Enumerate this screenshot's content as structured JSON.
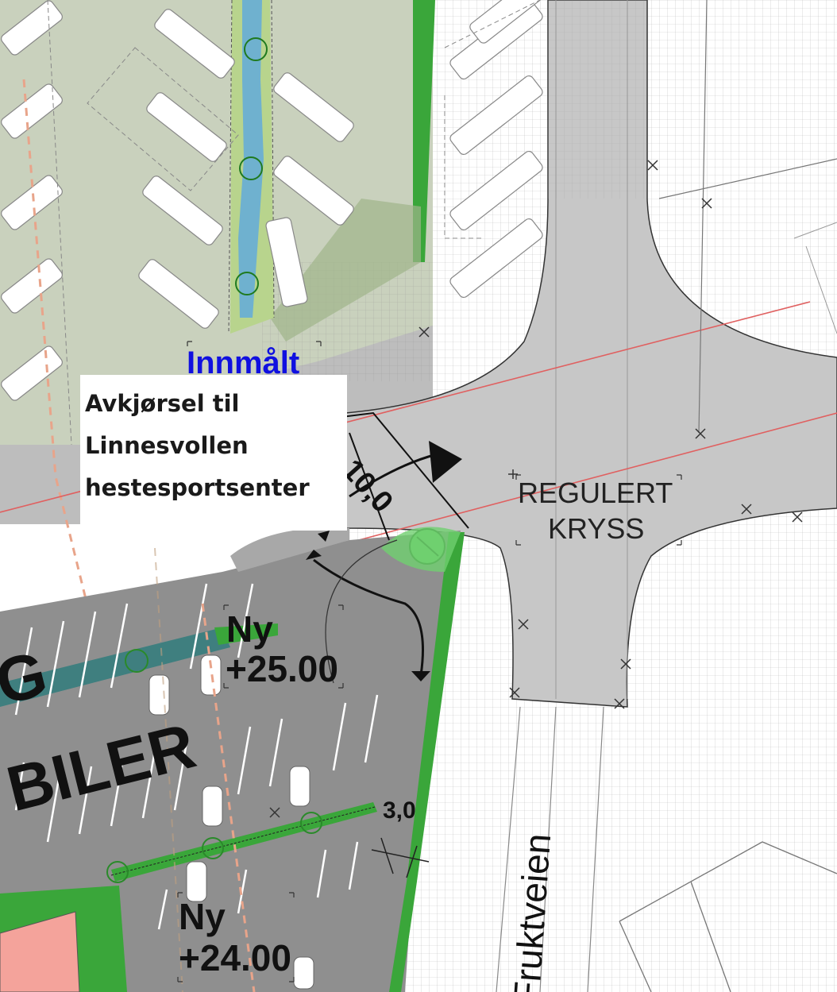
{
  "labels": {
    "innmalt": "Innmålt",
    "callout": [
      "Avkjørsel til",
      "Linnesvollen",
      "hestesportsenter"
    ],
    "dimension_10": "10,0",
    "regulert_line1": "REGULERT",
    "regulert_line2": "KRYSS",
    "ny_upper": "Ny",
    "elev_upper": "+25.00",
    "ny_lower": "Ny",
    "elev_lower": "+24.00",
    "dimension_3": "3,0",
    "area_fragment_1": "G",
    "area_fragment_2": "BILER",
    "road_name": "Fruktveien"
  },
  "colors": {
    "parking_upper": "#c9d1bd",
    "parking_lower": "#8f8f8f",
    "road": "#c7c7c7",
    "green_strip": "#3aa63a",
    "water": "#6fb1cf",
    "red_line": "#e06060",
    "building": "#f4a39b",
    "innmalt_text": "#1010e0"
  }
}
